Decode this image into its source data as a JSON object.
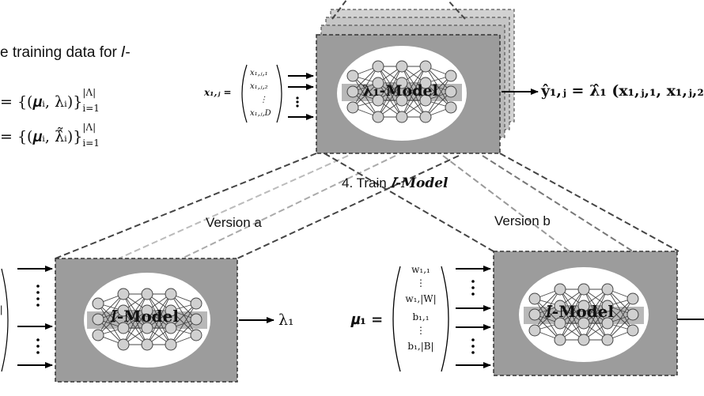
{
  "left_text": {
    "line1": "e training data for 𝐼-",
    "line2": "= {(𝝁ᵢ, λᵢ)}",
    "line2_sup": "|Λ|",
    "line2_sub": "i=1",
    "line3": "= {(𝝁ᵢ, λ̂̃ᵢ)}",
    "line3_sup": "|Λ|",
    "line3_sub": "i=1"
  },
  "top_model": {
    "label": "λ₁-Model",
    "input_label": "x₁,ⱼ =",
    "inputs": [
      "x₁,ⱼ,₁",
      "x₁,ⱼ,₂",
      "⋮",
      "x₁,ⱼ,D"
    ],
    "output": "ŷ₁,ⱼ  =  λ̂₁ (x₁,ⱼ,₁, x₁,ⱼ,₂"
  },
  "step_label": {
    "prefix": "4. Train ",
    "model": "𝐼-Model"
  },
  "version_a": "Version a",
  "version_b": "Version b",
  "model_a": {
    "label": "𝐼-Model",
    "output": "λ₁",
    "left_fragment": "|"
  },
  "model_b": {
    "label": "𝐼-Model",
    "input_label": "𝝁₁ =",
    "inputs": [
      "w₁,₁",
      "⋮",
      "w₁,|W|",
      "b₁,₁",
      "⋮",
      "b₁,|B|"
    ]
  },
  "colors": {
    "box_fill": "#9c9c9c",
    "stack_fill": "#c8c8c8",
    "ellipse_fill": "#ffffff",
    "node_fill": "#d0d0d0",
    "band_fill": "#b8b8b8"
  }
}
